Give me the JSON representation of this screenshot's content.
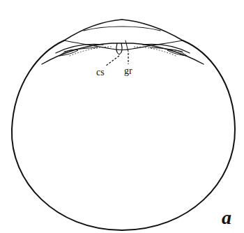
{
  "diagram": {
    "labels": [
      "cs",
      "gr",
      "a"
    ]
  }
}
